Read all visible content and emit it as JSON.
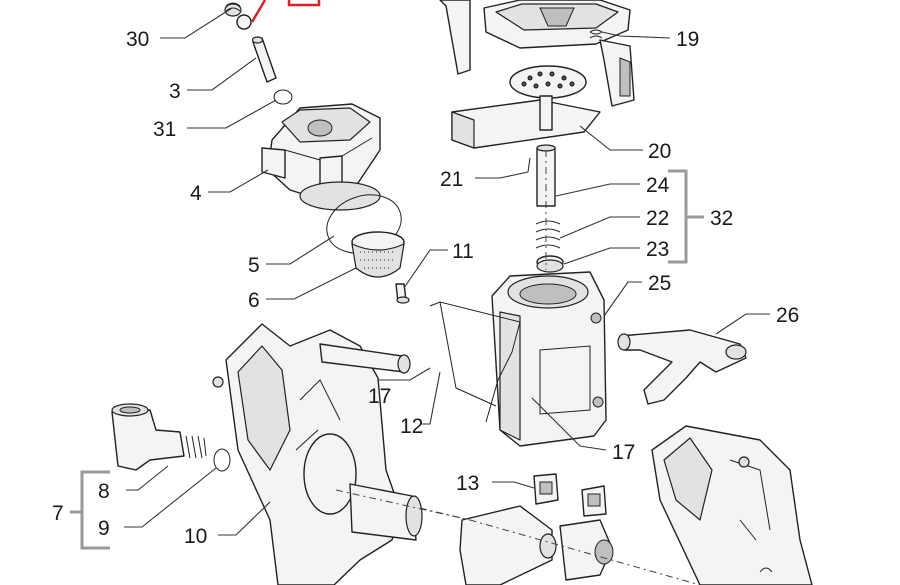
{
  "labels": {
    "p30": "30",
    "p3": "3",
    "p31": "31",
    "p4": "4",
    "p5": "5",
    "p6": "6",
    "p11": "11",
    "p19": "19",
    "p20": "20",
    "p21": "21",
    "p24": "24",
    "p22": "22",
    "p23": "23",
    "p32": "32",
    "p25": "25",
    "p26": "26",
    "p17a": "17",
    "p12": "12",
    "p17b": "17",
    "p13": "13",
    "p8": "8",
    "p7": "7",
    "p9": "9",
    "p10": "10"
  },
  "colors": {
    "highlight": "#e02020",
    "bracket": "#9a9a9a"
  }
}
